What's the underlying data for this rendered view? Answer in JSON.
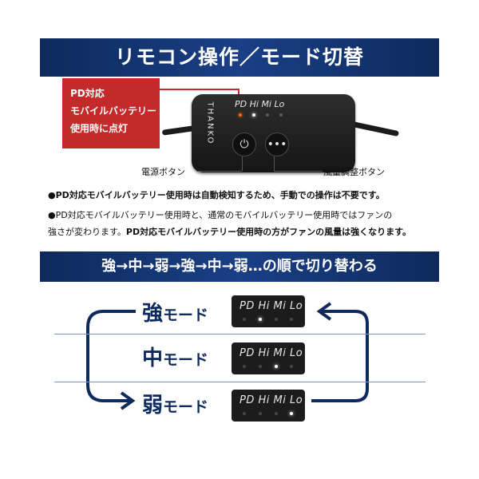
{
  "header": {
    "title": "リモコン操作／モード切替"
  },
  "callout": {
    "lines": [
      "PD対応",
      "モバイルバッテリー",
      "使用時に点灯"
    ]
  },
  "remote": {
    "brand": "THANKO",
    "leds": [
      "PD",
      "Hi",
      "Mi",
      "Lo"
    ],
    "power_icon": "power-icon",
    "fan_icon": "dots-icon"
  },
  "buttons": {
    "power_label": "電源ボタン",
    "fan_label": "風量調整ボタン"
  },
  "notes": {
    "n1": "●PD対応モバイルバッテリー使用時は自動検知するため、手動での操作は不要です。",
    "n2": "●PD対応モバイルバッテリー使用時と、通常のモバイルバッテリー使用時ではファンの",
    "n3a": "強さが変わります。",
    "n3b": "PD対応モバイルバッテリー使用時の方がファンの風量は強くなります。"
  },
  "sequence": {
    "title": "強→中→弱→強→中→弱…の順で切り替わる"
  },
  "modes": [
    {
      "kanji": "強",
      "suffix": "モード",
      "panel": "PD Hi Mi Lo",
      "active": 1
    },
    {
      "kanji": "中",
      "suffix": "モード",
      "panel": "PD Hi Mi Lo",
      "active": 2
    },
    {
      "kanji": "弱",
      "suffix": "モード",
      "panel": "PD Hi Mi Lo",
      "active": 3
    }
  ],
  "colors": {
    "navy": "#0e2a5c",
    "red": "#c42a2a"
  }
}
